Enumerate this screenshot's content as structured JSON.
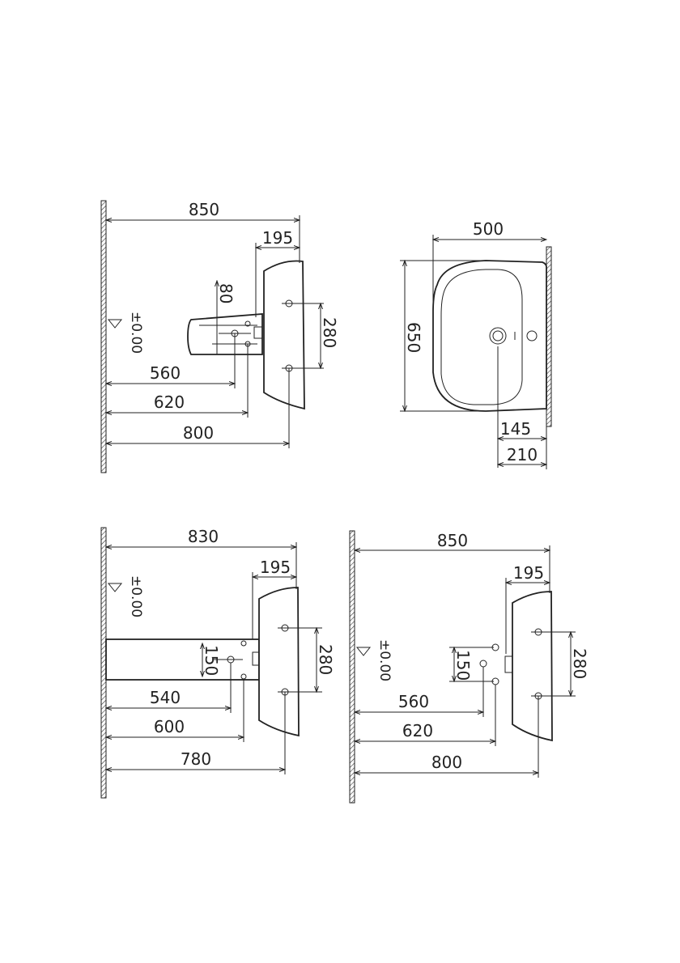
{
  "level_marker": "±0.00",
  "views": {
    "side_wall_hung": {
      "overall": "850",
      "depth_front": "195",
      "bracket_height": "80",
      "fixing_spacing": "280",
      "to_waste": "560",
      "to_fixing": "620",
      "to_front_holes": "800"
    },
    "plan": {
      "width": "500",
      "depth": "650",
      "tap_offset": "145",
      "overflow_offset": "210"
    },
    "side_pedestal": {
      "overall": "830",
      "depth_front": "195",
      "waste_spacing": "150",
      "fixing_spacing": "280",
      "to_waste": "540",
      "to_fixing": "600",
      "to_front_holes": "780"
    },
    "side_semi": {
      "overall": "850",
      "depth_front": "195",
      "waste_spacing": "150",
      "fixing_spacing": "280",
      "to_waste": "560",
      "to_fixing": "620",
      "to_front_holes": "800"
    }
  }
}
